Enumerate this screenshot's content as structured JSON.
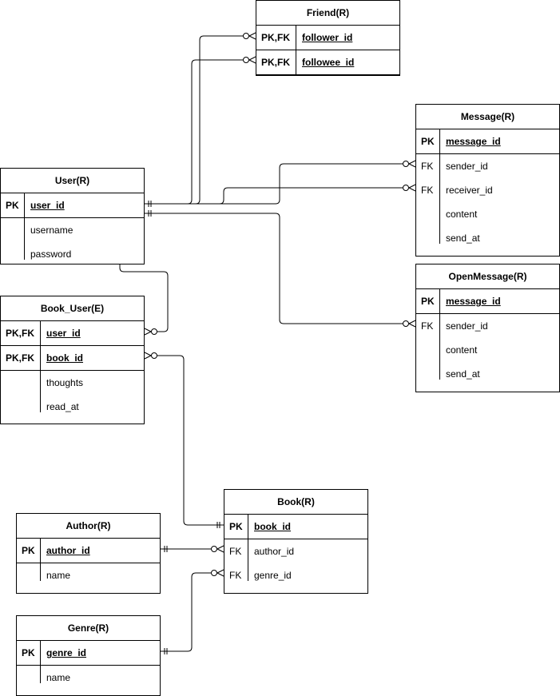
{
  "entities": {
    "friend": {
      "title": "Friend(R)",
      "rows": [
        {
          "key": "PK,FK",
          "field": "follower_id"
        },
        {
          "key": "PK,FK",
          "field": "followee_id"
        }
      ]
    },
    "message": {
      "title": "Message(R)",
      "rows": [
        {
          "key": "PK",
          "field": "message_id"
        },
        {
          "key": "FK",
          "field": "sender_id"
        },
        {
          "key": "FK",
          "field": "receiver_id"
        },
        {
          "key": "",
          "field": "content"
        },
        {
          "key": "",
          "field": "send_at"
        }
      ]
    },
    "user": {
      "title": "User(R)",
      "rows": [
        {
          "key": "PK",
          "field": "user_id"
        },
        {
          "key": "",
          "field": "username"
        },
        {
          "key": "",
          "field": "password"
        }
      ]
    },
    "openmessage": {
      "title": "OpenMessage(R)",
      "rows": [
        {
          "key": "PK",
          "field": "message_id"
        },
        {
          "key": "FK",
          "field": "sender_id"
        },
        {
          "key": "",
          "field": "content"
        },
        {
          "key": "",
          "field": "send_at"
        }
      ]
    },
    "bookuser": {
      "title": "Book_User(E)",
      "rows": [
        {
          "key": "PK,FK",
          "field": "user_id"
        },
        {
          "key": "PK,FK",
          "field": "book_id"
        },
        {
          "key": "",
          "field": "thoughts"
        },
        {
          "key": "",
          "field": "read_at"
        }
      ]
    },
    "book": {
      "title": "Book(R)",
      "rows": [
        {
          "key": "PK",
          "field": "book_id"
        },
        {
          "key": "FK",
          "field": "author_id"
        },
        {
          "key": "FK",
          "field": "genre_id"
        }
      ]
    },
    "author": {
      "title": "Author(R)",
      "rows": [
        {
          "key": "PK",
          "field": "author_id"
        },
        {
          "key": "",
          "field": "name"
        }
      ]
    },
    "genre": {
      "title": "Genre(R)",
      "rows": [
        {
          "key": "PK",
          "field": "genre_id"
        },
        {
          "key": "",
          "field": "name"
        }
      ]
    }
  },
  "relationships": [
    {
      "from": "User.user_id",
      "to": "Friend.follower_id",
      "type": "one-to-zero-or-many"
    },
    {
      "from": "User.user_id",
      "to": "Friend.followee_id",
      "type": "one-to-zero-or-many"
    },
    {
      "from": "User.user_id",
      "to": "Message.sender_id",
      "type": "one-to-zero-or-many"
    },
    {
      "from": "User.user_id",
      "to": "Message.receiver_id",
      "type": "one-to-zero-or-many"
    },
    {
      "from": "User.user_id",
      "to": "OpenMessage.sender_id",
      "type": "one-to-zero-or-many"
    },
    {
      "from": "User.user_id",
      "to": "Book_User.user_id",
      "type": "one-to-zero-or-many"
    },
    {
      "from": "Book.book_id",
      "to": "Book_User.book_id",
      "type": "one-to-zero-or-many"
    },
    {
      "from": "Author.author_id",
      "to": "Book.author_id",
      "type": "one-to-zero-or-many"
    },
    {
      "from": "Genre.genre_id",
      "to": "Book.genre_id",
      "type": "one-to-zero-or-many"
    }
  ]
}
